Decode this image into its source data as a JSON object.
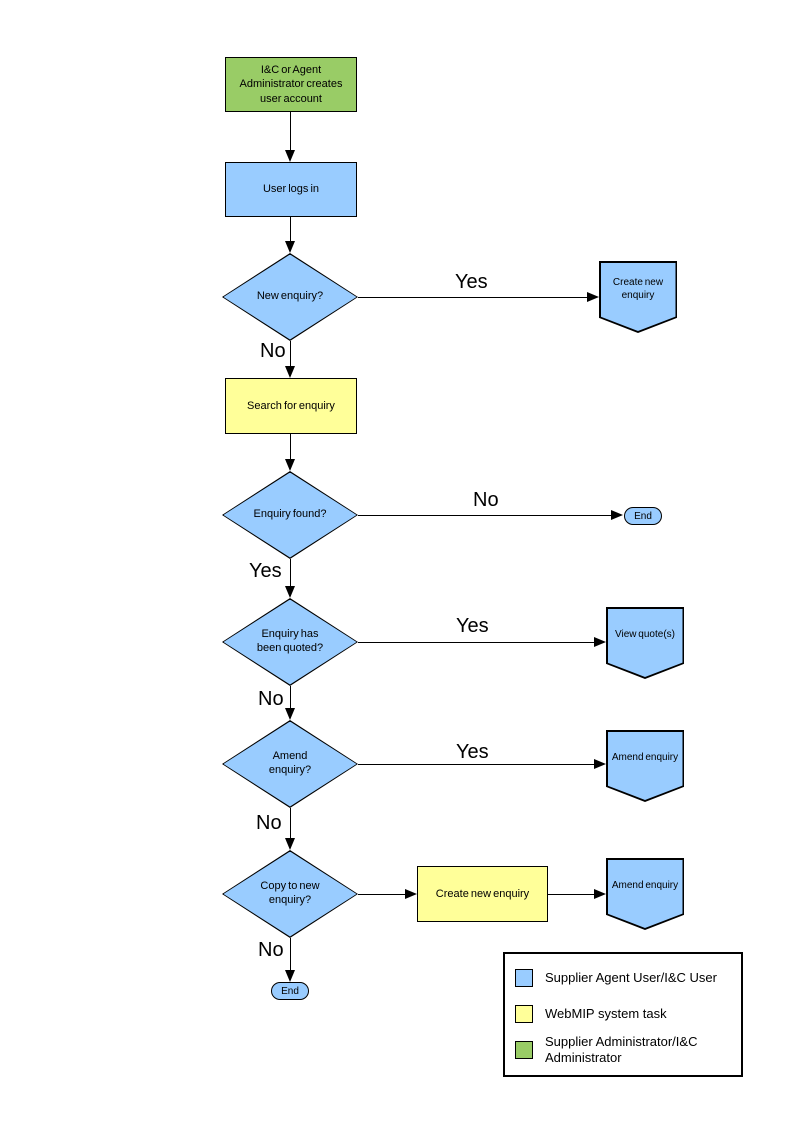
{
  "diagram": {
    "nodes": {
      "admin_creates_account": {
        "label": "I&C or Agent Administrator creates user account",
        "type": "process",
        "color": "#99CC66"
      },
      "user_logs_in": {
        "label": "User logs in",
        "type": "process",
        "color": "#99CCFF"
      },
      "new_enquiry": {
        "label": "New enquiry?",
        "type": "decision",
        "color": "#99CCFF"
      },
      "create_new_enquiry_offpage": {
        "label": "Create new enquiry",
        "type": "offpage",
        "color": "#99CCFF"
      },
      "search_for_enquiry": {
        "label": "Search for enquiry",
        "type": "process",
        "color": "#FFFF99"
      },
      "enquiry_found": {
        "label": "Enquiry found?",
        "type": "decision",
        "color": "#99CCFF"
      },
      "end_1": {
        "label": "End",
        "type": "terminator",
        "color": "#99CCFF"
      },
      "enquiry_quoted": {
        "label": "Enquiry has been quoted?",
        "type": "decision",
        "color": "#99CCFF"
      },
      "view_quotes": {
        "label": "View quote(s)",
        "type": "offpage",
        "color": "#99CCFF"
      },
      "amend_enquiry_q": {
        "label": "Amend enquiry?",
        "type": "decision",
        "color": "#99CCFF"
      },
      "amend_enquiry_1": {
        "label": "Amend enquiry",
        "type": "offpage",
        "color": "#99CCFF"
      },
      "copy_to_new_enquiry": {
        "label": "Copy to new enquiry?",
        "type": "decision",
        "color": "#99CCFF"
      },
      "create_new_enquiry_task": {
        "label": "Create new enquiry",
        "type": "process",
        "color": "#FFFF99"
      },
      "amend_enquiry_2": {
        "label": "Amend enquiry",
        "type": "offpage",
        "color": "#99CCFF"
      },
      "end_2": {
        "label": "End",
        "type": "terminator",
        "color": "#99CCFF"
      }
    },
    "edge_labels": {
      "new_enquiry_yes": "Yes",
      "new_enquiry_no": "No",
      "enquiry_found_no": "No",
      "enquiry_found_yes": "Yes",
      "quoted_yes": "Yes",
      "quoted_no": "No",
      "amend_yes": "Yes",
      "amend_no": "No",
      "copy_no": "No"
    },
    "legend": {
      "items": [
        {
          "color": "#99CCFF",
          "label": "Supplier Agent User/I&C User"
        },
        {
          "color": "#FFFF99",
          "label": "WebMIP system task"
        },
        {
          "color": "#99CC66",
          "label": "Supplier Administrator/I&C Administrator"
        }
      ]
    },
    "colors": {
      "user_shape": "#99CCFF",
      "system_shape": "#FFFF99",
      "admin_shape": "#99CC66",
      "line": "#000000",
      "background": "#FFFFFF"
    }
  }
}
